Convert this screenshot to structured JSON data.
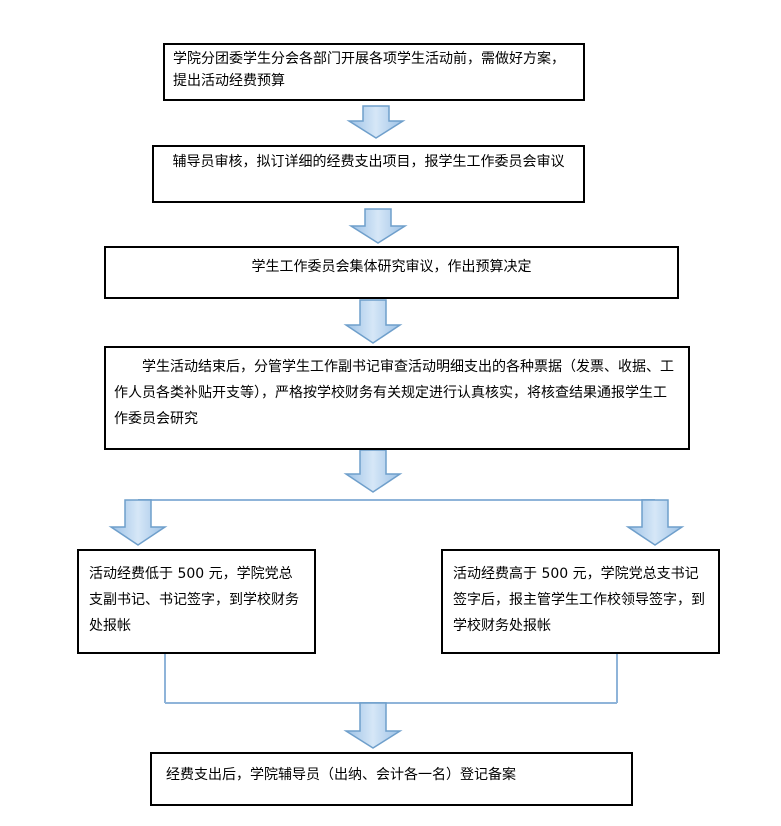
{
  "steps": {
    "s1": "学院分团委学生分会各部门开展各项学生活动前，需做好方案，提出活动经费预算",
    "s2": "辅导员审核，拟订详细的经费支出项目，报学生工作委员会审议",
    "s3": "学生工作委员会集体研究审议，作出预算决定",
    "s4": "学生活动结束后，分管学生工作副书记审查活动明细支出的各种票据（发票、收据、工作人员各类补贴开支等），严格按学校财务有关规定进行认真核实，将核查结果通报学生工作委员会研究",
    "s5a": "活动经费低于 500 元，学院党总支副书记、书记签字，到学校财务处报帐",
    "s5b": "活动经费高于 500 元，学院党总支书记签字后，报主管学生工作校领导签字，到学校财务处报帐",
    "s6": "经费支出后，学院辅导员（出纳、会计各一名）登记备案"
  },
  "colors": {
    "arrow_fill": "#b7d3ec",
    "arrow_stroke": "#6f9fcb",
    "connector": "#8fb4d9",
    "border": "#000000"
  }
}
